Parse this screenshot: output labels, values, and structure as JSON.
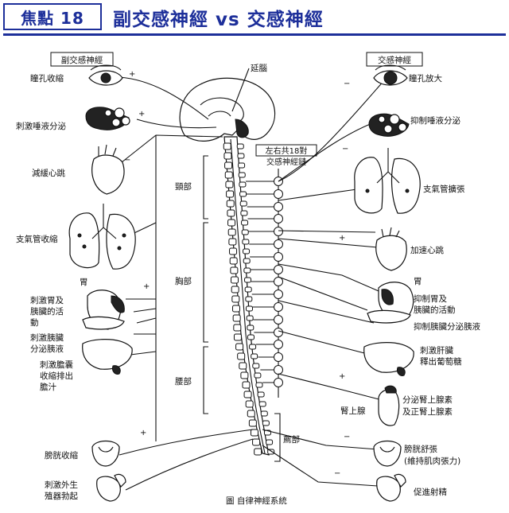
{
  "header": {
    "badge": "焦點 18",
    "title": "副交感神經 vs 交感神經"
  },
  "diagram": {
    "left_title": "副交感神經",
    "right_title": "交感神經",
    "top_label": "延腦",
    "chain_label_line1": "左右共18對",
    "chain_label_line2": "交感神經鏈",
    "regions": {
      "neck": "頸部",
      "chest": "胸部",
      "waist": "腰部",
      "sacrum": "薦部"
    },
    "stomach_left": "胃",
    "stomach_right": "胃",
    "left": {
      "pupil": "瞳孔收縮",
      "saliva": "刺激唾液分泌",
      "heart": "減緩心跳",
      "bronchi": "支氣管收縮",
      "digest_1": "刺激胃及",
      "digest_2": "胰臟的活",
      "digest_3": "動",
      "pancreas_1": "刺激胰臟",
      "pancreas_2": "分泌胰液",
      "bile_1": "刺激膽囊",
      "bile_2": "收縮排出",
      "bile_3": "膽汁",
      "bladder": "膀胱收縮",
      "genital_1": "刺激外生",
      "genital_2": "殖器勃起"
    },
    "right": {
      "pupil": "瞳孔放大",
      "saliva": "抑制唾液分泌",
      "bronchi": "支氣管擴張",
      "heart": "加速心跳",
      "digest_1": "抑制胃及",
      "digest_2": "胰臟的活動",
      "pancreas": "抑制胰臟分泌胰液",
      "liver_1": "刺激肝臟",
      "liver_2": "釋出葡萄糖",
      "adrenal_name": "腎上腺",
      "adrenal_1": "分泌腎上腺素",
      "adrenal_2": "及正腎上腺素",
      "bladder_1": "膀胱舒張",
      "bladder_2": "(維持肌肉張力)",
      "ejaculation": "促進射精"
    },
    "caption": "圖  自律神經系統",
    "plus": "+",
    "minus": "−"
  }
}
